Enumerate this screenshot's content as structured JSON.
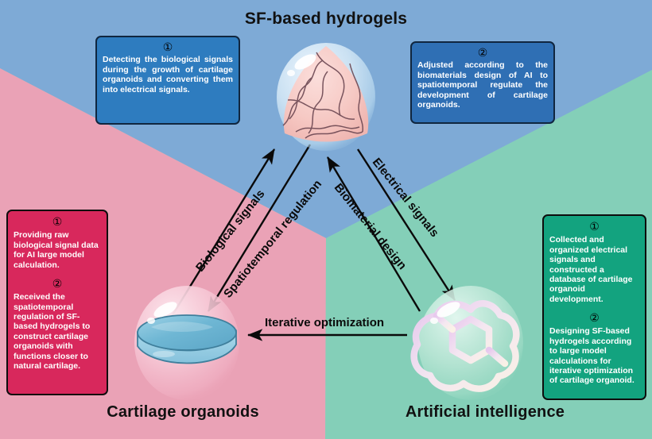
{
  "diagram": {
    "title_top": "SF-based hydrogels",
    "title_bottom_left": "Cartilage organoids",
    "title_bottom_right": "Artificial intelligence",
    "colors": {
      "region_top": "#7eaad6",
      "region_left": "#eaa2b6",
      "region_right": "#84cfb8",
      "box_hydrogel_1": "#2e7cbf",
      "box_hydrogel_2": "#2f6fb4",
      "box_organoid": "#d8285c",
      "box_ai": "#13a37f",
      "box_border_blue": "#10263f",
      "box_border_dark": "#0d0d0d",
      "arrow": "#0a0a0a"
    }
  },
  "boxes": {
    "hydrogel_1": {
      "number": "①",
      "text": "Detecting the biological signals during the growth of cartilage organoids and converting them into electrical signals."
    },
    "hydrogel_2": {
      "number": "②",
      "text": "Adjusted according to the biomaterials design of AI to spatiotemporal regulate the development of cartilage organoids."
    },
    "organoid_1": {
      "number": "①",
      "text": "Providing raw biological signal data for AI large model calculation."
    },
    "organoid_2": {
      "number": "②",
      "text": "Received the spatiotemporal regulation of SF-based hydrogels to construct cartilage organoids with functions closer to  natural cartilage."
    },
    "ai_1": {
      "number": "①",
      "text": "Collected and organized electrical signals and constructed a database of cartilage organoid development."
    },
    "ai_2": {
      "number": "②",
      "text": "Designing SF-based hydrogels according to large model calculations for iterative optimization of cartilage organoid."
    }
  },
  "arrows": [
    {
      "id": "biological-signals",
      "label": "Biological signals",
      "from": "cartilage-organoids",
      "to": "sf-based-hydrogels"
    },
    {
      "id": "spatiotemporal-regulation",
      "label": "Spatiotemporal regulation",
      "from": "sf-based-hydrogels",
      "to": "cartilage-organoids"
    },
    {
      "id": "electrical-signals",
      "label": "Electrical signals",
      "from": "sf-based-hydrogels",
      "to": "artificial-intelligence"
    },
    {
      "id": "biomaterial-design",
      "label": "Biomaterial design",
      "from": "artificial-intelligence",
      "to": "sf-based-hydrogels"
    },
    {
      "id": "iterative-optimization",
      "label": "Iterative optimization",
      "from": "artificial-intelligence",
      "to": "cartilage-organoids"
    }
  ],
  "illustrations": {
    "hydrogel": "sf-hydrogel-sphere",
    "organoid": "cartilage-organoid-sphere",
    "ai": "ai-logo-sphere"
  }
}
